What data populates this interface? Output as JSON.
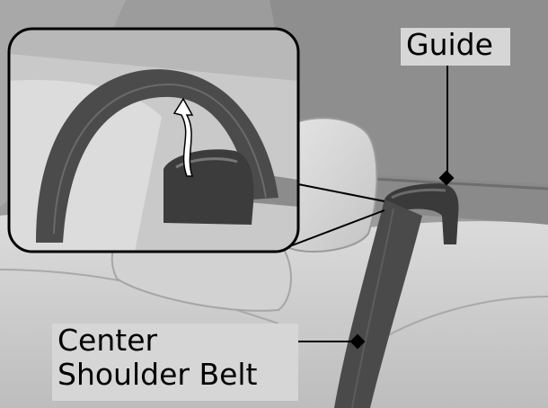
{
  "labels": {
    "guide": "Guide",
    "belt_line1": "Center",
    "belt_line2": "Shoulder Belt"
  }
}
